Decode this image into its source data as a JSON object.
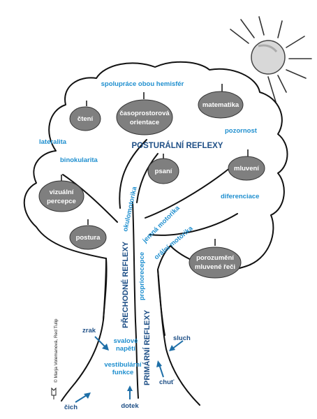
{
  "sun_color": "#d8d8d8",
  "accent_blue": "#1f8fcf",
  "dark_blue": "#1e4f86",
  "fruit_color": "#7f7f7f",
  "crown_labels": {
    "spoluprace": "spolupráce obou hemisfér",
    "lateralita": "lateralita",
    "binokularita": "binokularita",
    "pozornost": "pozornost",
    "diferenciace": "diferenciace",
    "posturalni": "POSTURÁLNÍ REFLEXY"
  },
  "fruits": {
    "cteni": "čtení",
    "casoprostorova_1": "časoprostorová",
    "casoprostorova_2": "orientace",
    "matematika": "matematika",
    "psani": "psaní",
    "mluveni": "mluvení",
    "vizualni_1": "vizuální",
    "vizualni_2": "percepce",
    "postura": "postura",
    "porozumeni_1": "porozumění",
    "porozumeni_2": "mluvené řeči"
  },
  "trunk_labels": {
    "okulomotorika": "okulomotorika",
    "jemna_motorika": "jemná motorika",
    "oralni_motorika": "orální motorika",
    "prechodne": "PŘECHODNÉ REFLEXY",
    "propriorecepce": "propriorecepce",
    "primarni": "PRIMÁRNÍ REFLEXY",
    "svalove_1": "svalové",
    "svalove_2": "napětí",
    "vestibularni_1": "vestibulární",
    "vestibularni_2": "funkce"
  },
  "senses": {
    "zrak": "zrak",
    "sluch": "sluch",
    "chut": "chuť",
    "cich": "čich",
    "dotek": "dotek"
  },
  "credit": "© Marja Volemanová, Red Tulip"
}
